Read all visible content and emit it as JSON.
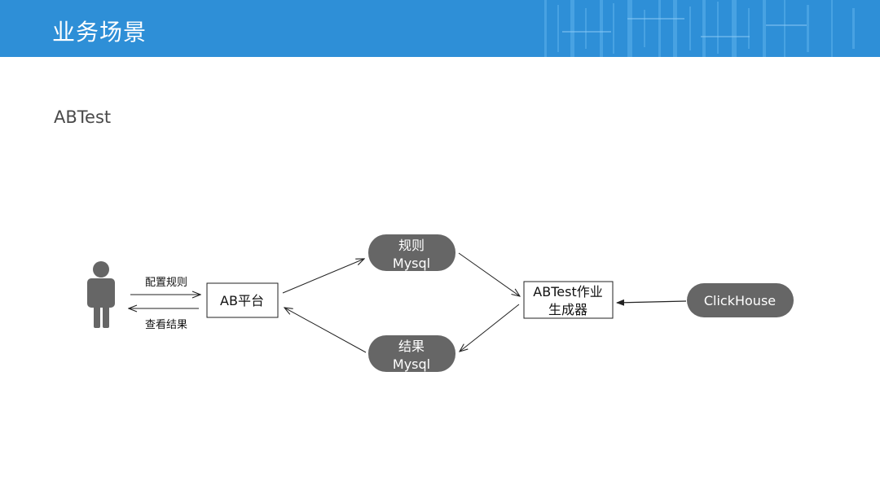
{
  "header": {
    "title": "业务场景"
  },
  "subtitle": "ABTest",
  "diagram": {
    "user_icon": "person-icon",
    "arrow_label_top": "配置规则",
    "arrow_label_bottom": "查看结果",
    "ab_platform": "AB平台",
    "rules_db": {
      "line1": "规则",
      "line2": "Mysql"
    },
    "results_db": {
      "line1": "结果",
      "line2": "Mysql"
    },
    "job_generator": {
      "line1": "ABTest作业",
      "line2": "生成器"
    },
    "clickhouse": "ClickHouse"
  },
  "colors": {
    "header_bg": "#2e8fd7",
    "pill_bg": "#666666",
    "person": "#666666"
  }
}
